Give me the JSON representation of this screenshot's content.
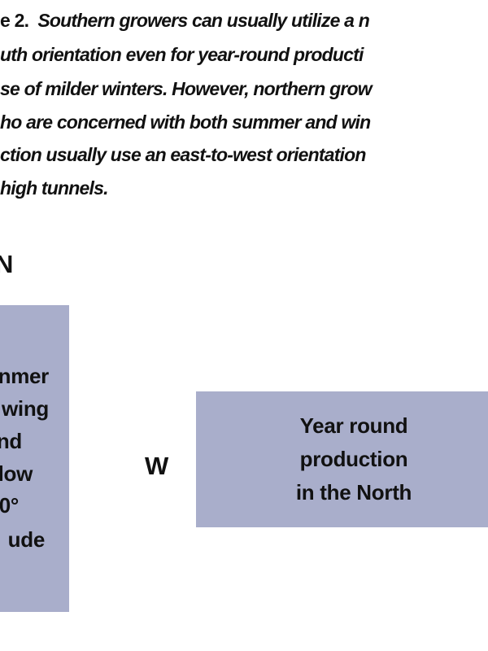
{
  "caption": {
    "label": "e 2.",
    "lines": [
      "Southern growers can usually utilize a n",
      "uth orientation even for year-round producti",
      "se of milder winters. However, northern grow",
      "ho are concerned with both summer and win",
      "ction usually use an east-to-west orientation",
      "high tunnels."
    ]
  },
  "diagram": {
    "north_label": "N",
    "west_label": "W",
    "left_box_lines": [
      "nmer",
      "wing",
      "nd",
      "low",
      "0°",
      "ude"
    ],
    "right_box_lines": [
      "Year round",
      "production",
      "in the North"
    ],
    "box_color": "#a9aecb"
  }
}
